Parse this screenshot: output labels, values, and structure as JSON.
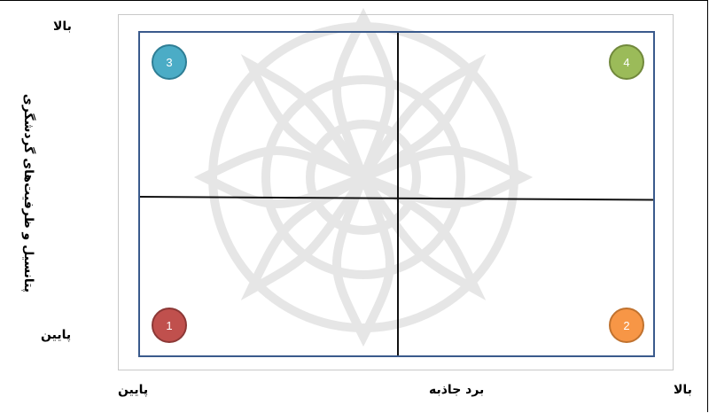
{
  "diagram": {
    "y_axis": {
      "title": "پتانسیل و ظرفیت‌های گردشگری",
      "high_label": "بالا",
      "low_label": "پایین"
    },
    "x_axis": {
      "title": "برد جاذبه",
      "low_label": "پایین",
      "high_label": "بالا"
    },
    "quadrants": [
      {
        "id": "1",
        "label": "1",
        "position": "bottom-left",
        "color": "#c0504d"
      },
      {
        "id": "2",
        "label": "2",
        "position": "bottom-right",
        "color": "#f79646"
      },
      {
        "id": "3",
        "label": "3",
        "position": "top-left",
        "color": "#4bacc6"
      },
      {
        "id": "4",
        "label": "4",
        "position": "top-right",
        "color": "#9bbb59"
      }
    ],
    "colors": {
      "box_border": "#3a5a8c",
      "axis_lines": "#111111"
    }
  }
}
